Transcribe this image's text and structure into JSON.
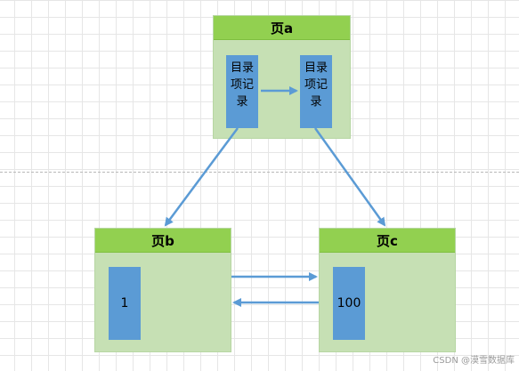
{
  "diagram": {
    "pages": [
      {
        "id": "a",
        "title": "页a",
        "records": [
          {
            "text": "目录\n项记\n录"
          },
          {
            "text": "目录\n项记\n录"
          }
        ]
      },
      {
        "id": "b",
        "title": "页b",
        "records": [
          {
            "text": "1"
          }
        ]
      },
      {
        "id": "c",
        "title": "页c",
        "records": [
          {
            "text": "100"
          }
        ]
      }
    ],
    "edges": [
      {
        "from": "a.record.0",
        "to": "a.record.1",
        "type": "arrow"
      },
      {
        "from": "a.record.0",
        "to": "b",
        "type": "arrow"
      },
      {
        "from": "a.record.1",
        "to": "c",
        "type": "arrow"
      },
      {
        "from": "b",
        "to": "c",
        "type": "arrow"
      },
      {
        "from": "c",
        "to": "b",
        "type": "arrow"
      }
    ],
    "colors": {
      "page_header": "#92d050",
      "page_body": "#c6e0b4",
      "record": "#5b9bd5",
      "arrow": "#5b9bd5"
    }
  },
  "watermark": "CSDN @漠雪数据库"
}
